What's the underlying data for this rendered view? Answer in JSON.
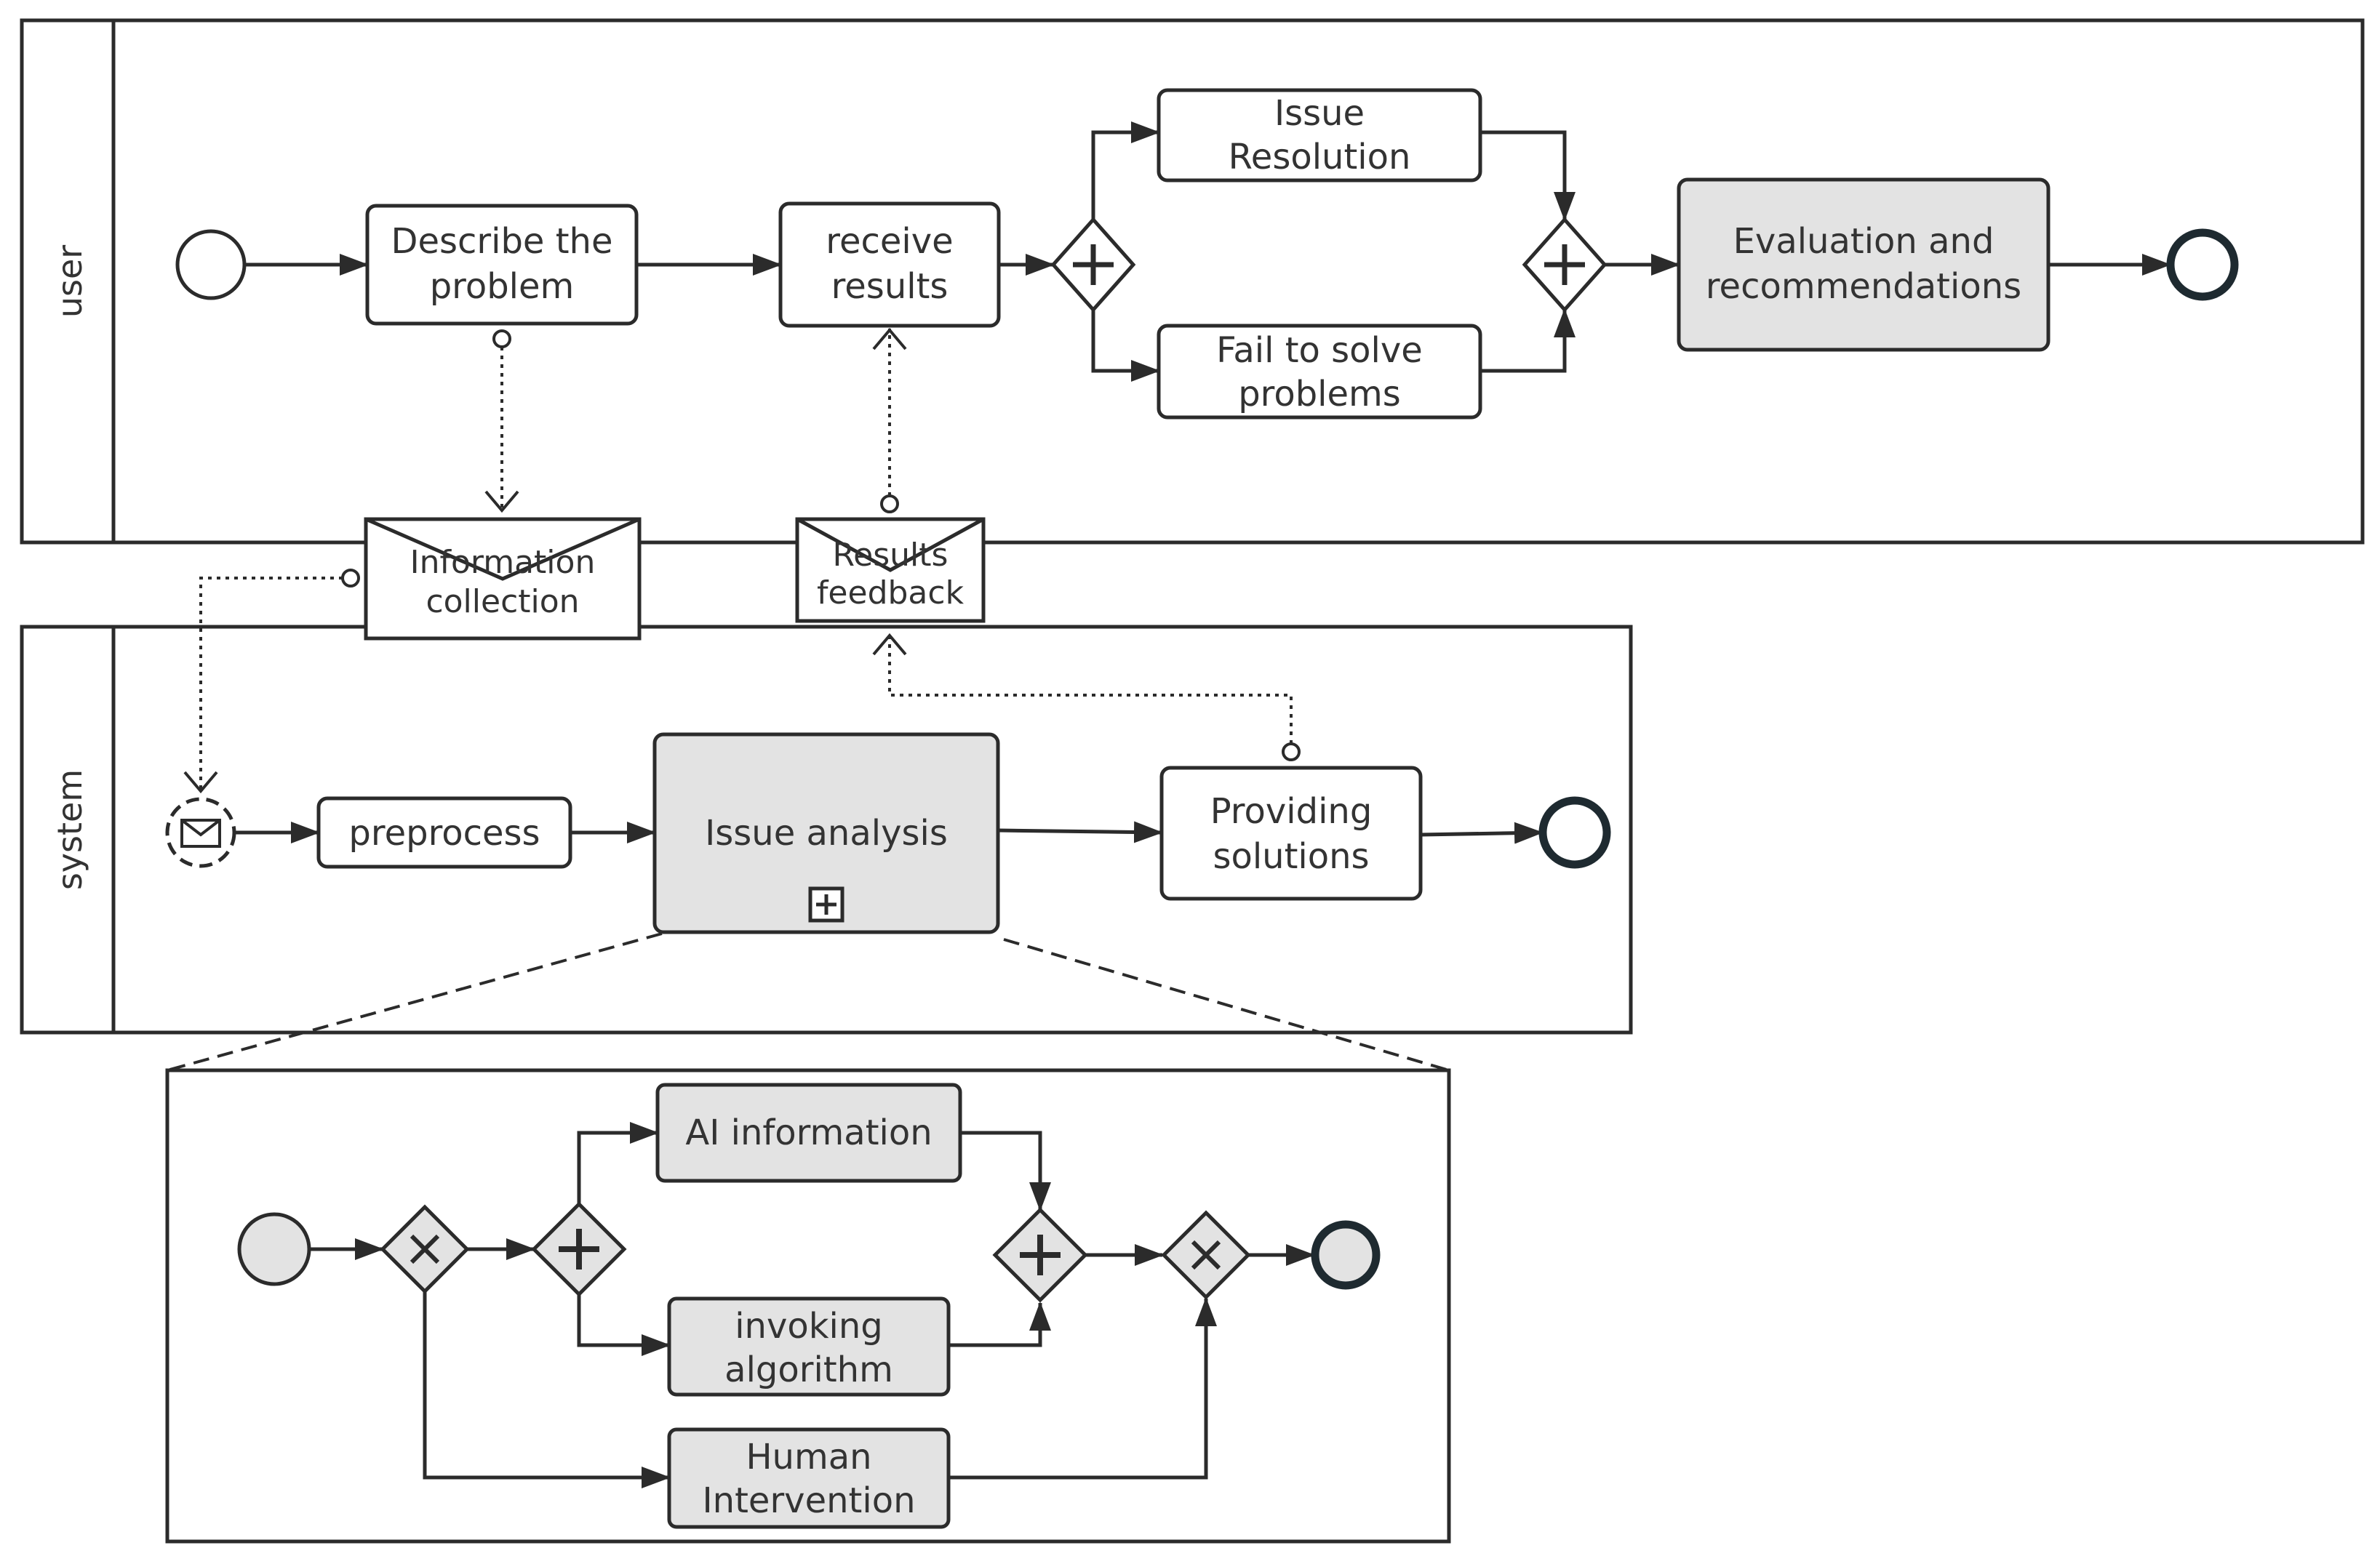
{
  "pools": {
    "user": {
      "label": "user"
    },
    "system": {
      "label": "system"
    }
  },
  "user_tasks": {
    "describe": [
      "Describe the",
      "problem"
    ],
    "receive": [
      "receive",
      "results"
    ],
    "issue_resolution": [
      "Issue",
      "Resolution"
    ],
    "fail_to_solve": [
      "Fail to solve",
      "problems"
    ],
    "evaluation": [
      "Evaluation and",
      "recommendations"
    ]
  },
  "messages": {
    "information_collection": [
      "Information",
      "collection"
    ],
    "results_feedback": [
      "Results",
      "feedback"
    ]
  },
  "system_tasks": {
    "preprocess": "preprocess",
    "issue_analysis": "Issue analysis",
    "providing_solutions": [
      "Providing",
      "solutions"
    ]
  },
  "subprocess_tasks": {
    "ai_information": "AI information",
    "invoking_algorithm": [
      "invoking",
      "algorithm"
    ],
    "human_intervention": [
      "Human",
      "Intervention"
    ]
  },
  "colors": {
    "stroke": "#2b2b2b",
    "task_fill": "#ffffff",
    "highlight_fill": "#e3e3e3",
    "end_event_stroke": "#1e2a30"
  }
}
